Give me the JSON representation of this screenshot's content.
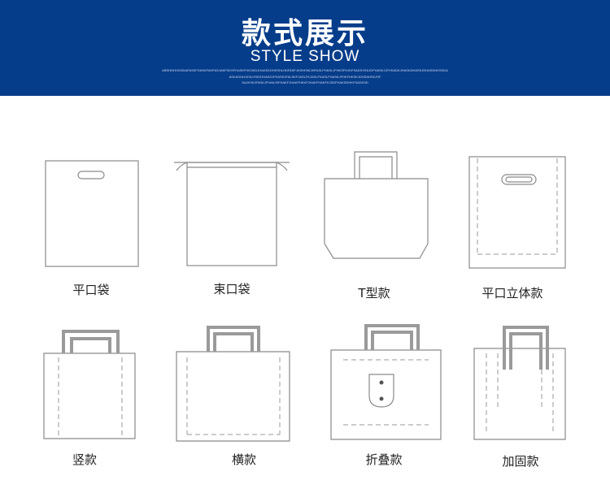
{
  "header": {
    "title": "款式展示",
    "subtitle": "STYLE SHOW",
    "fine_lines": [
      "ABSHDHHGSDAFASKFDASKFAHFASJAKFSKSFHASKFHKSKDJHAKSKDHKSHLHDFASFJKSHFAKJHFASLFHASLJFHKSFHJKFSADSXSKJDFHASKJJFHSADKJHASKDHASKJDHASDHKSKDA",
      "ASKASHLKKSLHSKSJHAKSJFHASKJFALSKFJASLFKJASLFKASLFHASKJFHKFHKSKJDHSAHSKJSF",
      "SAJKSKJFASKJFHAKJSFHAKFJHAKFHKKFJHAKFHAKFKJSDFHAKSDHKFSADKSD"
    ]
  },
  "styles": [
    {
      "name": "平口袋"
    },
    {
      "name": "束口袋"
    },
    {
      "name": "T型款"
    },
    {
      "name": "平口立体款"
    },
    {
      "name": "竖款"
    },
    {
      "name": "横款"
    },
    {
      "name": "折叠款"
    },
    {
      "name": "加固款"
    }
  ]
}
